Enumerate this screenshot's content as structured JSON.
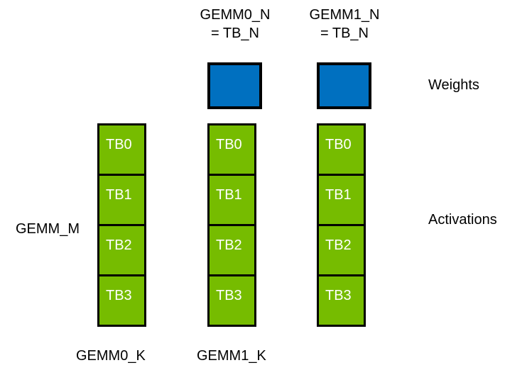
{
  "diagram": {
    "title_labels": {
      "gemm0_n": "GEMM0_N\n= TB_N",
      "gemm1_n": "GEMM1_N\n= TB_N"
    },
    "row_labels": {
      "weights": "Weights",
      "activations": "Activations"
    },
    "axis_labels": {
      "gemm_m": "GEMM_M",
      "gemm0_k": "GEMM0_K",
      "gemm1_k": "GEMM1_K"
    },
    "colors": {
      "weights_fill": "#0070c0",
      "activations_fill": "#76bc00",
      "border": "#000000",
      "cell_text": "#ffffff",
      "background": "#ffffff"
    },
    "weights": [
      {
        "id": "weight-block-gemm0",
        "label": ""
      },
      {
        "id": "weight-block-gemm1",
        "label": ""
      }
    ],
    "activation_columns": [
      {
        "id": "activation-column-0",
        "cells": [
          "TB0",
          "TB1",
          "TB2",
          "TB3"
        ]
      },
      {
        "id": "activation-column-1",
        "cells": [
          "TB0",
          "TB1",
          "TB2",
          "TB3"
        ]
      },
      {
        "id": "activation-column-2",
        "cells": [
          "TB0",
          "TB1",
          "TB2",
          "TB3"
        ]
      }
    ]
  }
}
